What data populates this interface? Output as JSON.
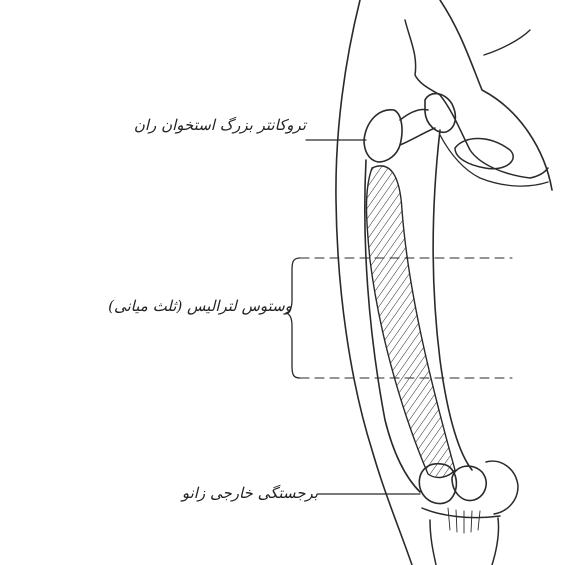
{
  "labels": {
    "greater_trochanter": "تروکانتر بزرگ استخوان ران",
    "vastus_lateralis": "وستوس لترالیس (ثلث میانی)",
    "lateral_epicondyle": "برجستگی خارجی زانو"
  },
  "colors": {
    "ink": "#2a2a2a",
    "background": "#ffffff"
  }
}
